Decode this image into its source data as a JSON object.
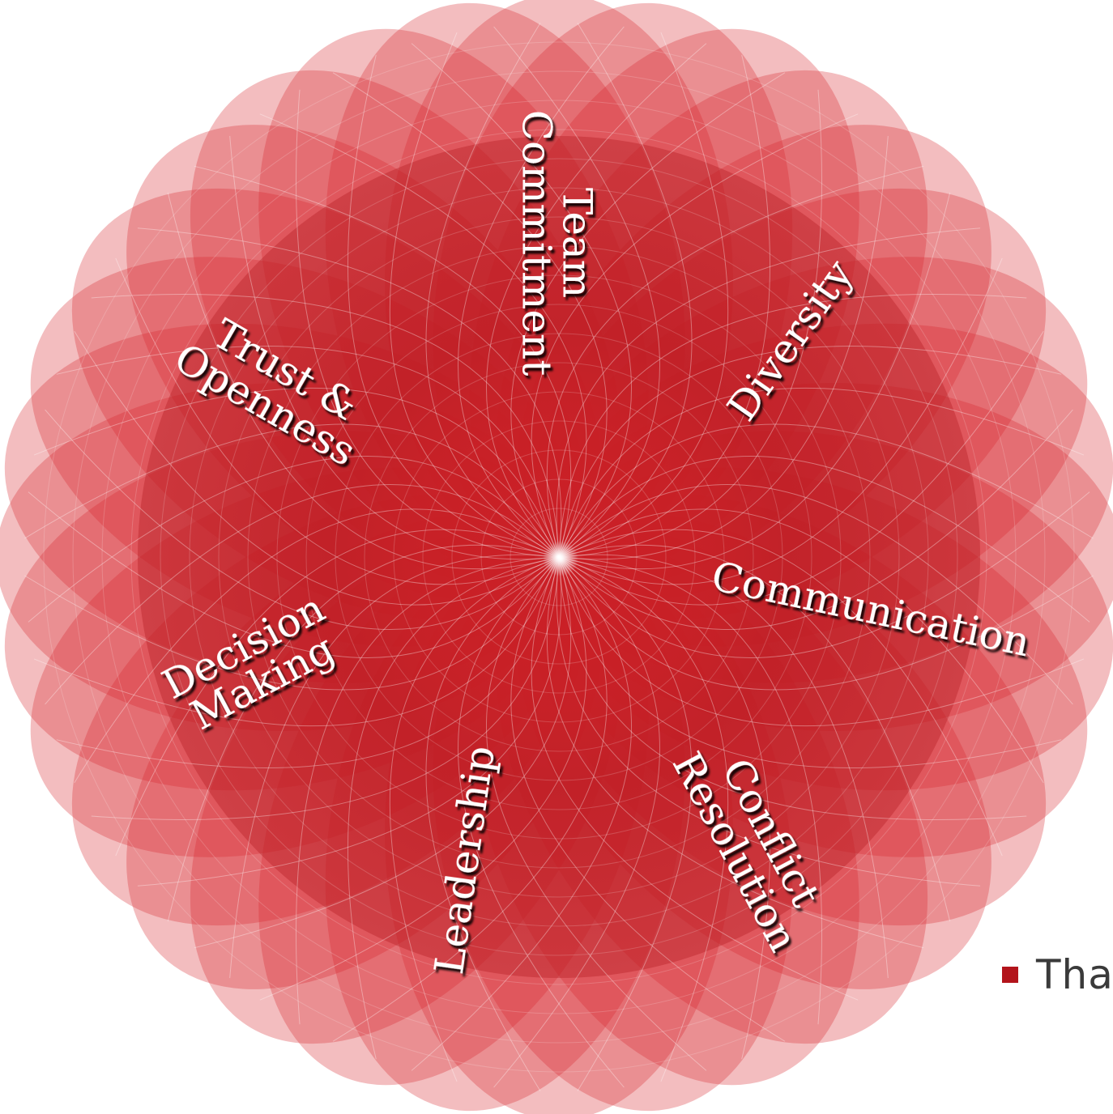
{
  "colors": {
    "petal": "#d8232a",
    "petal_dark": "#b0161d",
    "grid_line": "#ffffff",
    "label_text": "#ffffff",
    "label_shadow": "#000000",
    "bullet_marker": "#b3141b",
    "bullet_text": "#3a3a3a"
  },
  "diagram": {
    "center_glow": "glow-icon",
    "labels": [
      {
        "id": "team-commitment",
        "lines": [
          "Team",
          "Commitment"
        ]
      },
      {
        "id": "diversity",
        "lines": [
          "Diversity"
        ]
      },
      {
        "id": "communication",
        "lines": [
          "Communication"
        ]
      },
      {
        "id": "conflict-resolution",
        "lines": [
          "Conflict",
          "Resolution"
        ]
      },
      {
        "id": "leadership",
        "lines": [
          "Leadership"
        ]
      },
      {
        "id": "decision-making",
        "lines": [
          "Decision",
          "Making"
        ]
      },
      {
        "id": "trust-openness",
        "lines": [
          "Trust &",
          "Openness"
        ]
      }
    ]
  },
  "bullet": {
    "marker_icon": "square-bullet-icon",
    "text": "Tha"
  }
}
